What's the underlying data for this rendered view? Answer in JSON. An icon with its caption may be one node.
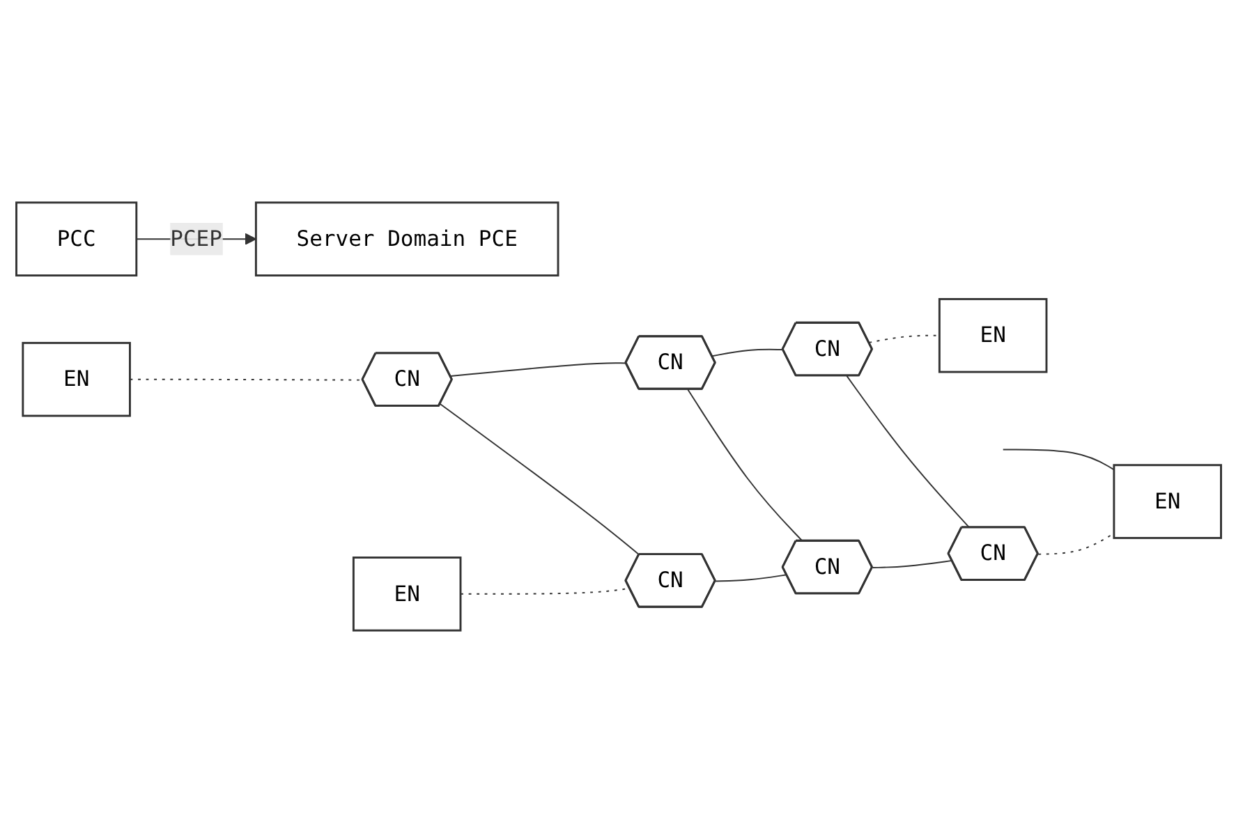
{
  "diagram": {
    "nodes": [
      {
        "text": [
          "Server Domain PCE"
        ]
      },
      {
        "text": [
          "PCC"
        ]
      },
      {
        "text": [
          "EN"
        ]
      },
      {
        "text": [
          "CN"
        ]
      },
      {
        "text": [
          "CN"
        ]
      },
      {
        "text": [
          "CN"
        ]
      },
      {
        "text": [
          "EN"
        ]
      },
      {
        "text": [
          "EN"
        ]
      },
      {
        "text": [
          "CN"
        ]
      },
      {
        "text": [
          "CN"
        ]
      },
      {
        "text": [
          "CN"
        ]
      },
      {
        "text": [
          "EN"
        ]
      }
    ],
    "edges": [
      {
        "from": 1,
        "to": 0,
        "arrow": "to",
        "label": "PCEP"
      },
      {
        "from": 2,
        "to": 3,
        "arrow": "none",
        "style": "dashed"
      },
      {
        "from": 3,
        "to": 4,
        "arrow": "none"
      },
      {
        "from": 4,
        "to": 5,
        "arrow": "none"
      },
      {
        "from": 5,
        "to": 6,
        "arrow": "none",
        "style": "dashed"
      },
      {
        "from": 3,
        "to": 8,
        "arrow": "none"
      },
      {
        "from": 4,
        "to": 9,
        "arrow": "none"
      },
      {
        "from": 5,
        "to": 10,
        "arrow": "none"
      },
      {
        "from": null,
        "to": 11,
        "arrow": "none"
      },
      {
        "from": 7,
        "to": 8,
        "arrow": "none",
        "style": "dashed"
      },
      {
        "from": 8,
        "to": 9,
        "arrow": "none"
      },
      {
        "from": 9,
        "to": 10,
        "arrow": "none"
      },
      {
        "from": 10,
        "to": 11,
        "arrow": "none",
        "style": "dashed"
      }
    ]
  }
}
